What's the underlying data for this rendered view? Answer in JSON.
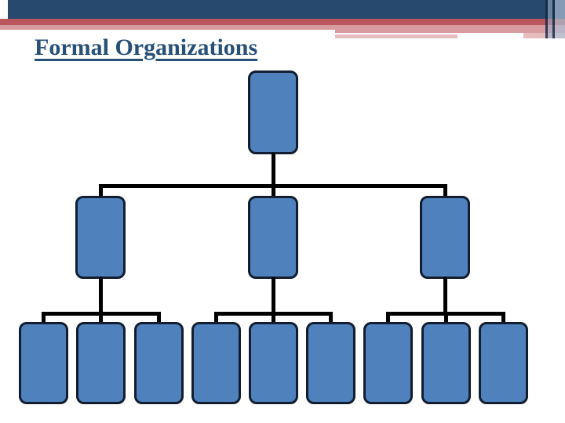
{
  "slide": {
    "title": "Formal Organizations"
  },
  "theme": {
    "background": "#FFFFFF",
    "header_navy": "#27496D",
    "header_red": "#BA575C",
    "header_pink": "#D89CA0",
    "header_pale_pink": "#E6BCBE",
    "title_color": "#265077",
    "node_fill": "#4F81BD",
    "node_border": "#121E30",
    "connector_color": "#000000"
  },
  "diagram": {
    "type": "org-chart",
    "description": "Three-level organizational hierarchy of unlabeled blue rounded boxes connected by black lines",
    "levels": [
      {
        "name": "top",
        "count": 1
      },
      {
        "name": "middle",
        "count": 3
      },
      {
        "name": "bottom",
        "count": 9
      }
    ],
    "branches": [
      {
        "parent": "middle-1",
        "children": 3
      },
      {
        "parent": "middle-2",
        "children": 3
      },
      {
        "parent": "middle-3",
        "children": 3
      }
    ],
    "node_labels": [
      "",
      "",
      "",
      "",
      "",
      "",
      "",
      "",
      "",
      "",
      "",
      "",
      ""
    ]
  }
}
